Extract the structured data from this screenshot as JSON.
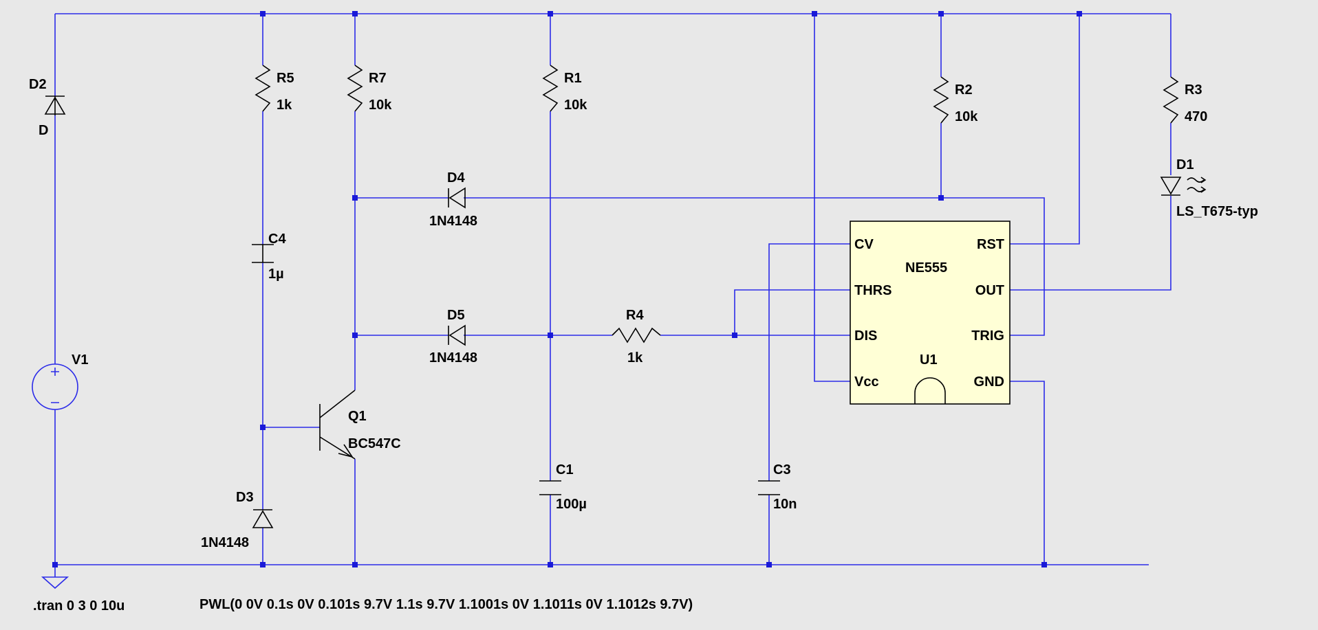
{
  "colors": {
    "background": "#e8e8e8",
    "wire": "#2b2be8",
    "junction": "#1a1ad8",
    "component": "#000000",
    "ic_fill": "#ffffd6"
  },
  "components": {
    "d2": {
      "ref": "D2",
      "value": "D"
    },
    "v1": {
      "ref": "V1"
    },
    "r5": {
      "ref": "R5",
      "value": "1k"
    },
    "r7": {
      "ref": "R7",
      "value": "10k"
    },
    "r1": {
      "ref": "R1",
      "value": "10k"
    },
    "r2": {
      "ref": "R2",
      "value": "10k"
    },
    "r3": {
      "ref": "R3",
      "value": "470"
    },
    "r4": {
      "ref": "R4",
      "value": "1k"
    },
    "d1": {
      "ref": "D1",
      "value": "LS_T675-typ"
    },
    "d4": {
      "ref": "D4",
      "value": "1N4148"
    },
    "d5": {
      "ref": "D5",
      "value": "1N4148"
    },
    "d3": {
      "ref": "D3",
      "value": "1N4148"
    },
    "c4": {
      "ref": "C4",
      "value": "1µ"
    },
    "c1": {
      "ref": "C1",
      "value": "100µ"
    },
    "c3": {
      "ref": "C3",
      "value": "10n"
    },
    "q1": {
      "ref": "Q1",
      "value": "BC547C"
    }
  },
  "ic": {
    "ref": "U1",
    "type": "NE555",
    "pins_left": [
      "CV",
      "THRS",
      "DIS",
      "Vcc"
    ],
    "pins_right": [
      "RST",
      "OUT",
      "TRIG",
      "GND"
    ]
  },
  "directives": {
    "tran": ".tran 0 3 0 10u",
    "pwl": "PWL(0 0V 0.1s 0V 0.101s 9.7V 1.1s 9.7V 1.1001s 0V 1.1011s 0V 1.1012s 9.7V)"
  }
}
